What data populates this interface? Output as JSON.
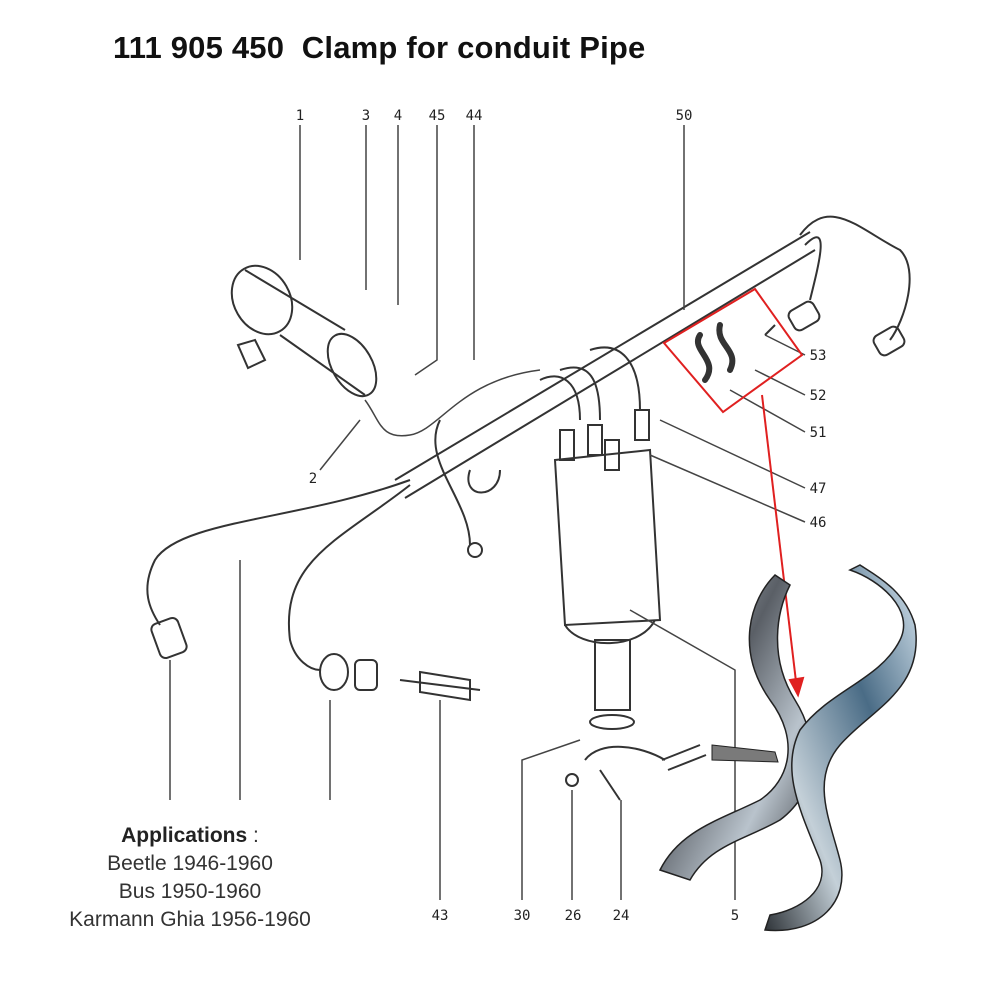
{
  "title": "111 905 450  Clamp for conduit Pipe",
  "part_labels": {
    "p1": "1",
    "p3": "3",
    "p4": "4",
    "p45": "45",
    "p44": "44",
    "p50": "50",
    "p53": "53",
    "p52": "52",
    "p51": "51",
    "p47": "47",
    "p46": "46",
    "p2": "2",
    "p43": "43",
    "p30": "30",
    "p26": "26",
    "p24": "24",
    "p5": "5"
  },
  "applications": {
    "heading": "Applications",
    "colon": ":",
    "items": [
      "Beetle 1946-1960",
      "Bus 1950-1960",
      "Karmann Ghia 1956-1960"
    ]
  },
  "highlight_color": "#e02020"
}
